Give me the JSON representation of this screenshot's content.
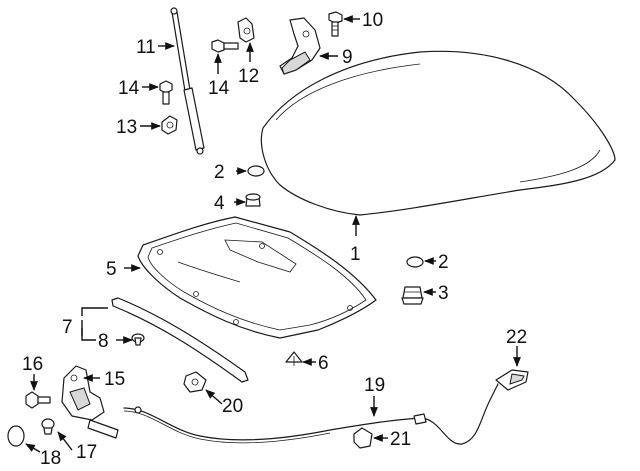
{
  "callouts": {
    "c1": "1",
    "c2a": "2",
    "c2b": "2",
    "c3": "3",
    "c4": "4",
    "c5": "5",
    "c6": "6",
    "c7": "7",
    "c8": "8",
    "c9": "9",
    "c10": "10",
    "c11": "11",
    "c12": "12",
    "c13": "13",
    "c14a": "14",
    "c14b": "14",
    "c15": "15",
    "c16": "16",
    "c17": "17",
    "c18": "18",
    "c19": "19",
    "c20": "20",
    "c21": "21",
    "c22": "22"
  },
  "colors": {
    "line": "#1a1a1a",
    "shade": "#d8d8d8",
    "background": "#ffffff"
  }
}
